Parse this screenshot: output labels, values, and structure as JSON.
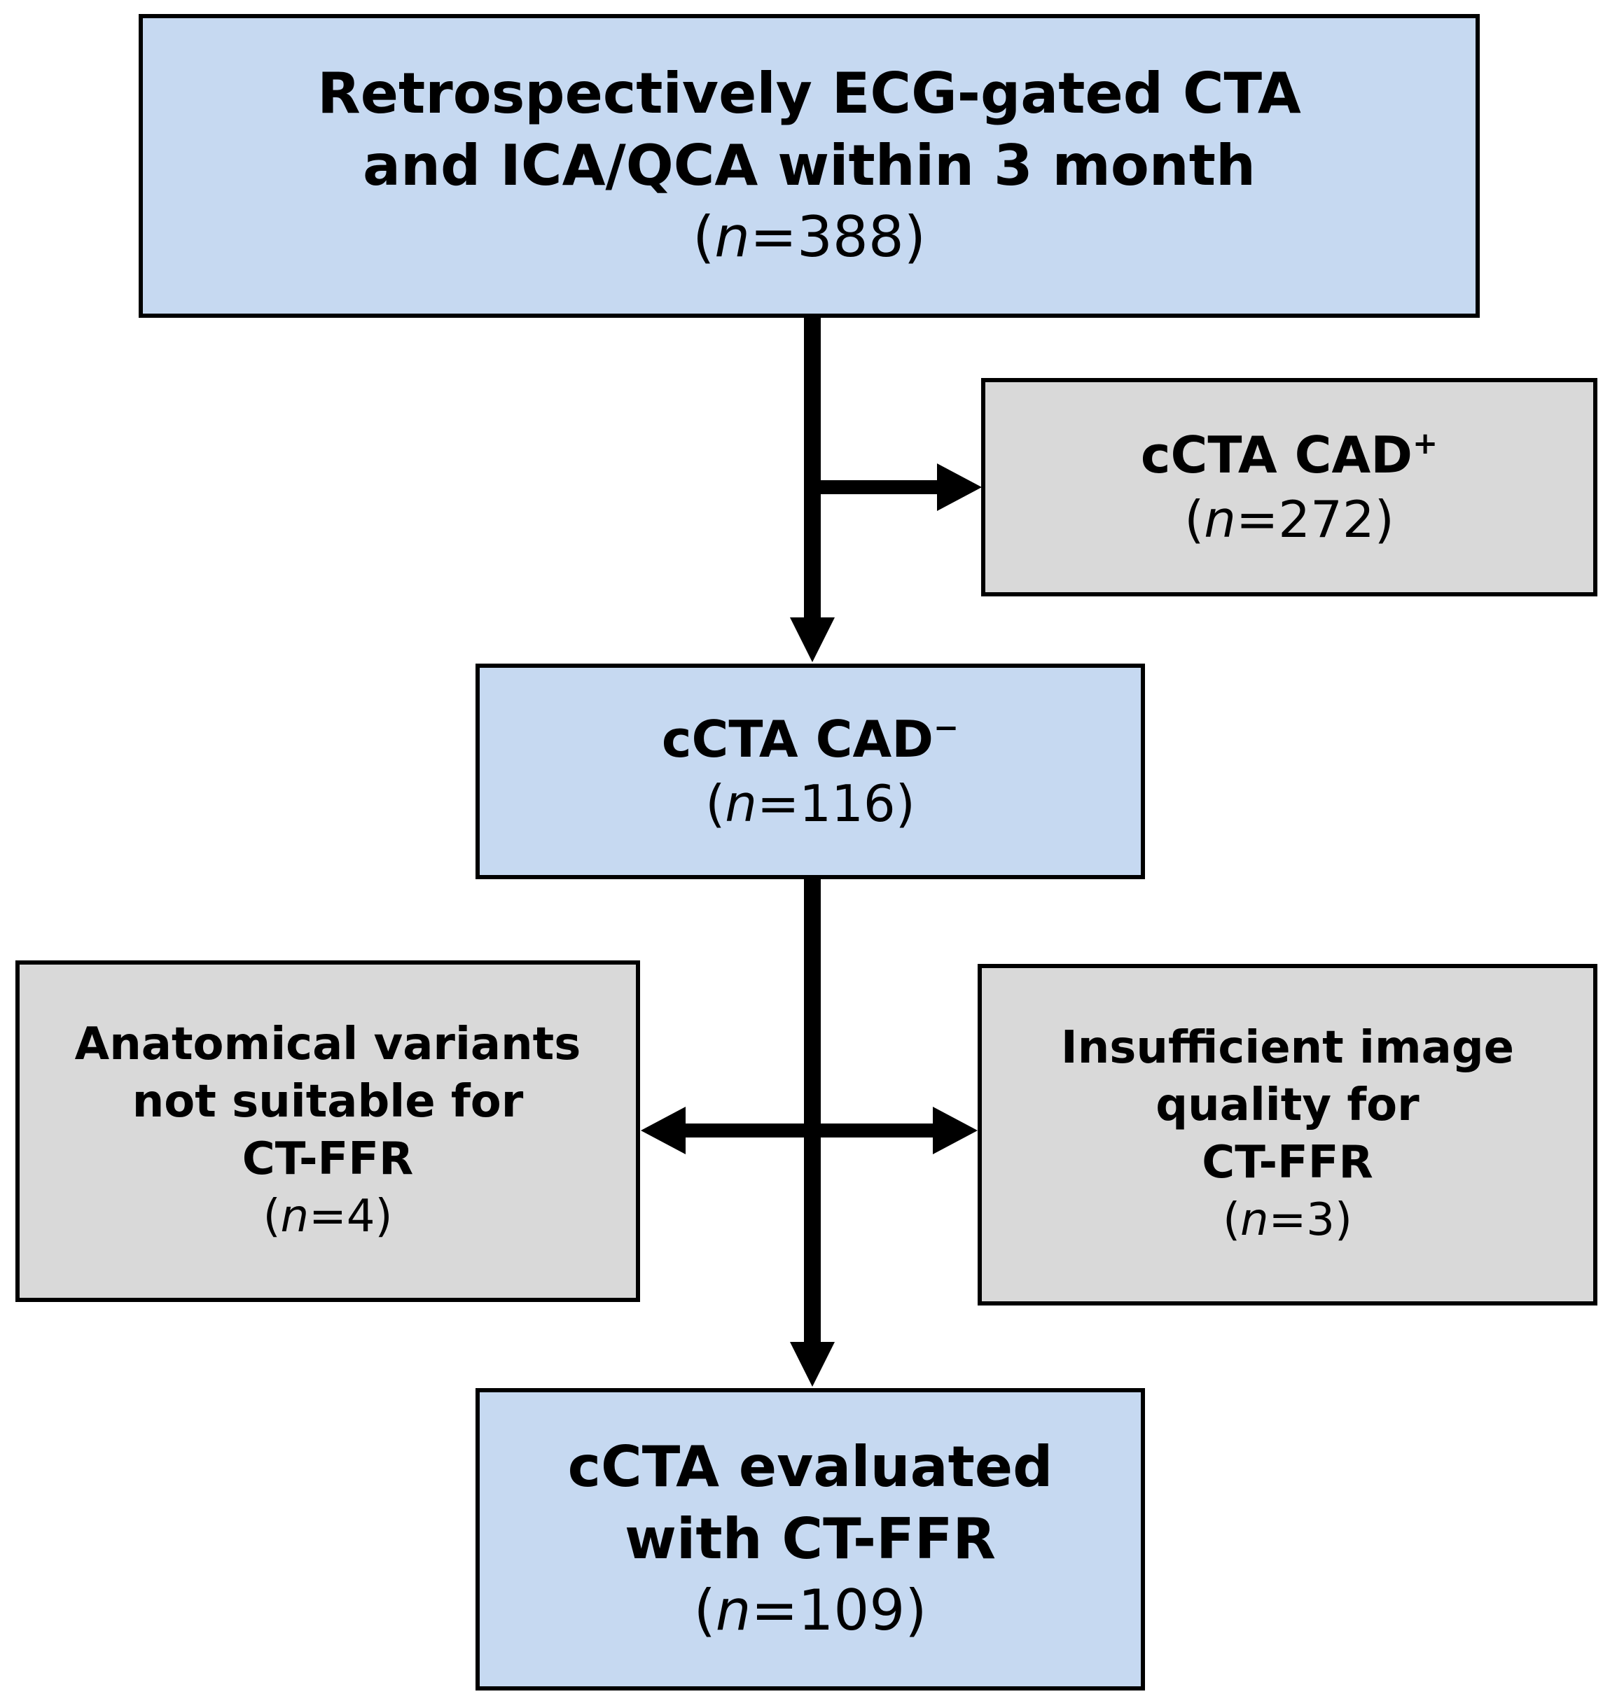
{
  "diagram": {
    "nodes": {
      "initial": {
        "lines": [
          "Retrospectively ECG-gated CTA",
          "and ICA/QCA within 3 month"
        ],
        "n_label": "n",
        "n_value": "=388"
      },
      "cad_positive": {
        "text": "cCTA CAD",
        "superscript": "+",
        "n_label": "n",
        "n_value": "=272"
      },
      "cad_negative": {
        "text": "cCTA CAD",
        "superscript": "−",
        "n_label": "n",
        "n_value": "=116"
      },
      "anatomical": {
        "lines": [
          "Anatomical variants",
          "not suitable for",
          "CT-FFR"
        ],
        "n_label": "n",
        "n_value": "=4"
      },
      "image_quality": {
        "lines": [
          "Insufficient image",
          "quality for",
          "CT-FFR"
        ],
        "n_label": "n",
        "n_value": "=3"
      },
      "evaluated": {
        "lines": [
          "cCTA evaluated",
          "with CT-FFR"
        ],
        "n_label": "n",
        "n_value": "=109"
      }
    },
    "edges": [
      {
        "from": "initial",
        "to": "cad_negative"
      },
      {
        "from": "initial",
        "to": "cad_positive"
      },
      {
        "from": "cad_negative",
        "to": "evaluated"
      },
      {
        "from": "cad_negative",
        "to": "anatomical"
      },
      {
        "from": "cad_negative",
        "to": "image_quality"
      }
    ],
    "colors": {
      "main_box": "#c6d9f1",
      "exclusion_box": "#d9d9d9",
      "border": "#000000"
    }
  }
}
